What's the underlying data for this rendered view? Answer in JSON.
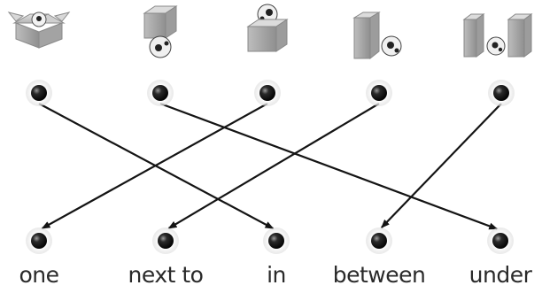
{
  "pictures": [
    {
      "icon": "ball-in-open-box-icon"
    },
    {
      "icon": "ball-under-cube-icon"
    },
    {
      "icon": "ball-on-cube-icon"
    },
    {
      "icon": "ball-next-to-block-icon"
    },
    {
      "icon": "ball-between-blocks-icon"
    }
  ],
  "words": [
    "one",
    "next to",
    "in",
    "between",
    "under"
  ],
  "matches": [
    {
      "picture": 0,
      "word": 2
    },
    {
      "picture": 1,
      "word": 4
    },
    {
      "picture": 2,
      "word": 0
    },
    {
      "picture": 3,
      "word": 1
    },
    {
      "picture": 4,
      "word": 3
    }
  ],
  "colors": {
    "line": "#141414",
    "dot": "#1e1e1e",
    "text": "#2a2a2a",
    "box": "#b9b9b9",
    "cube": "#a9a9a9"
  }
}
